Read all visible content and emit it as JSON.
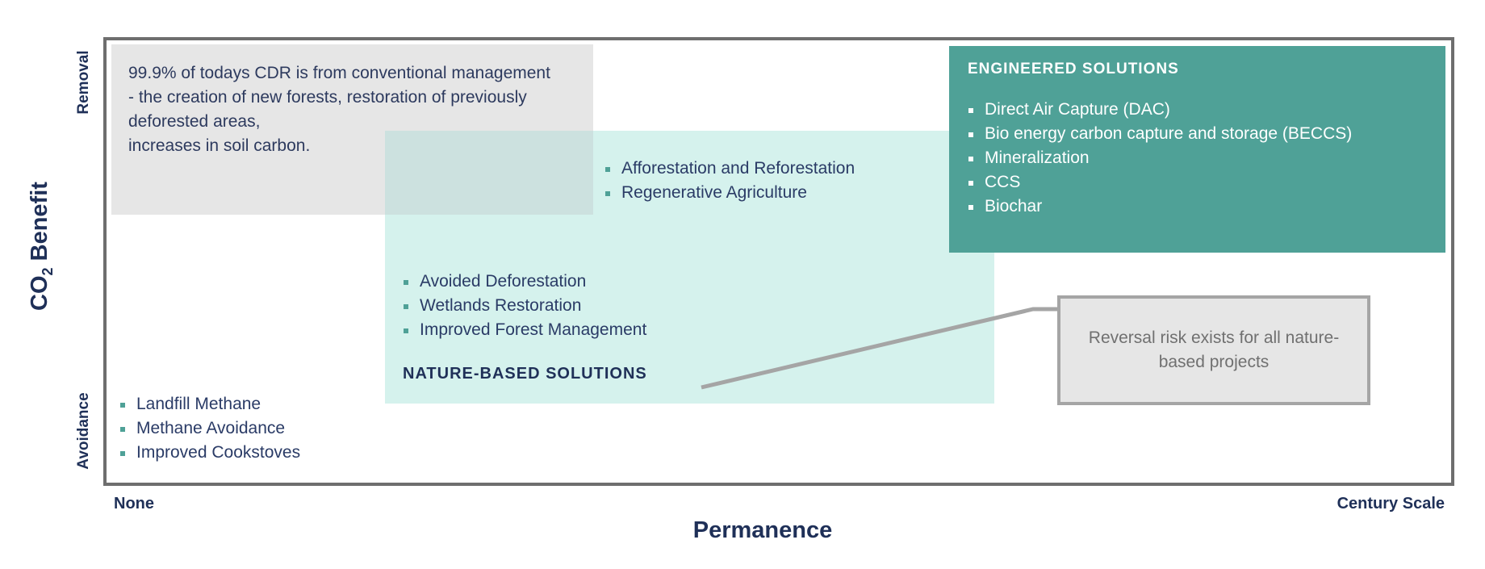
{
  "axes": {
    "y_label_prefix": "CO",
    "y_label_sub": "2",
    "y_label_suffix": " Benefit",
    "y_top": "Removal",
    "y_bottom": "Avoidance",
    "x_label": "Permanence",
    "x_left": "None",
    "x_right": "Century Scale"
  },
  "conventional_note": "99.9% of todays CDR is from conventional management\n- the creation of new forests, restoration of previously\ndeforested areas,\nincreases in soil carbon.",
  "engineered": {
    "title": "ENGINEERED SOLUTIONS",
    "items": [
      "Direct Air Capture (DAC)",
      "Bio energy carbon capture and storage (BECCS)",
      "Mineralization",
      "CCS",
      "Biochar"
    ]
  },
  "nature_based": {
    "title": "NATURE-BASED SOLUTIONS",
    "removal_items": [
      "Afforestation and Reforestation",
      "Regenerative Agriculture"
    ],
    "avoidance_items": [
      "Avoided Deforestation",
      "Wetlands Restoration",
      "Improved Forest Management"
    ]
  },
  "avoidance_items": [
    "Landfill Methane",
    "Methane Avoidance",
    "Improved Cookstoves"
  ],
  "callout": "Reversal risk exists for all nature-based projects",
  "colors": {
    "navy": "#1f3058",
    "teal": "#4fa197",
    "mint": "#d5f2ed",
    "grey_box": "#e6e6e6",
    "frame": "#6e6e6e"
  }
}
